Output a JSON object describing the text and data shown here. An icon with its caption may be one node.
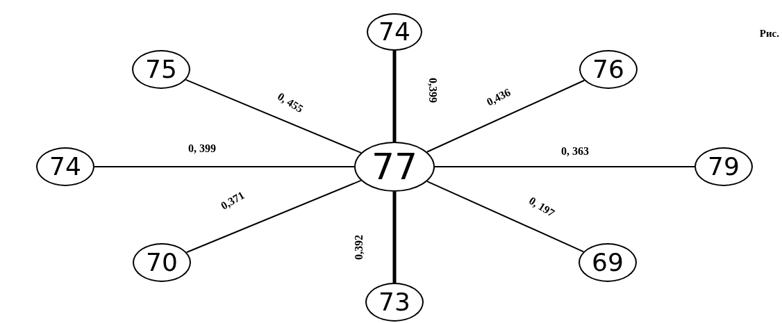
{
  "diagram": {
    "nodes": [
      {
        "text": [
          "74"
        ]
      },
      {
        "text": [
          "75"
        ]
      },
      {
        "text": [
          "76"
        ]
      },
      {
        "text": [
          "74"
        ]
      },
      {
        "text": [
          "77"
        ]
      },
      {
        "text": [
          "79"
        ]
      },
      {
        "text": [
          "70"
        ]
      },
      {
        "text": [
          "69"
        ]
      },
      {
        "text": [
          "73"
        ]
      }
    ],
    "edges": [
      {
        "from": 4,
        "to": 0,
        "arrow": "none",
        "label": "0,399",
        "style": "thick"
      },
      {
        "from": 4,
        "to": 1,
        "arrow": "none",
        "label": "0, 455"
      },
      {
        "from": 4,
        "to": 2,
        "arrow": "none",
        "label": "0,436"
      },
      {
        "from": 4,
        "to": 3,
        "arrow": "none",
        "label": "0, 399"
      },
      {
        "from": 4,
        "to": 5,
        "arrow": "none",
        "label": "0, 363"
      },
      {
        "from": 4,
        "to": 6,
        "arrow": "none",
        "label": "0,371"
      },
      {
        "from": 4,
        "to": 7,
        "arrow": "none",
        "label": "0, 197"
      },
      {
        "from": 4,
        "to": 8,
        "arrow": "none",
        "label": "0,392",
        "style": "thick"
      }
    ],
    "labels": [
      "Рис."
    ]
  }
}
